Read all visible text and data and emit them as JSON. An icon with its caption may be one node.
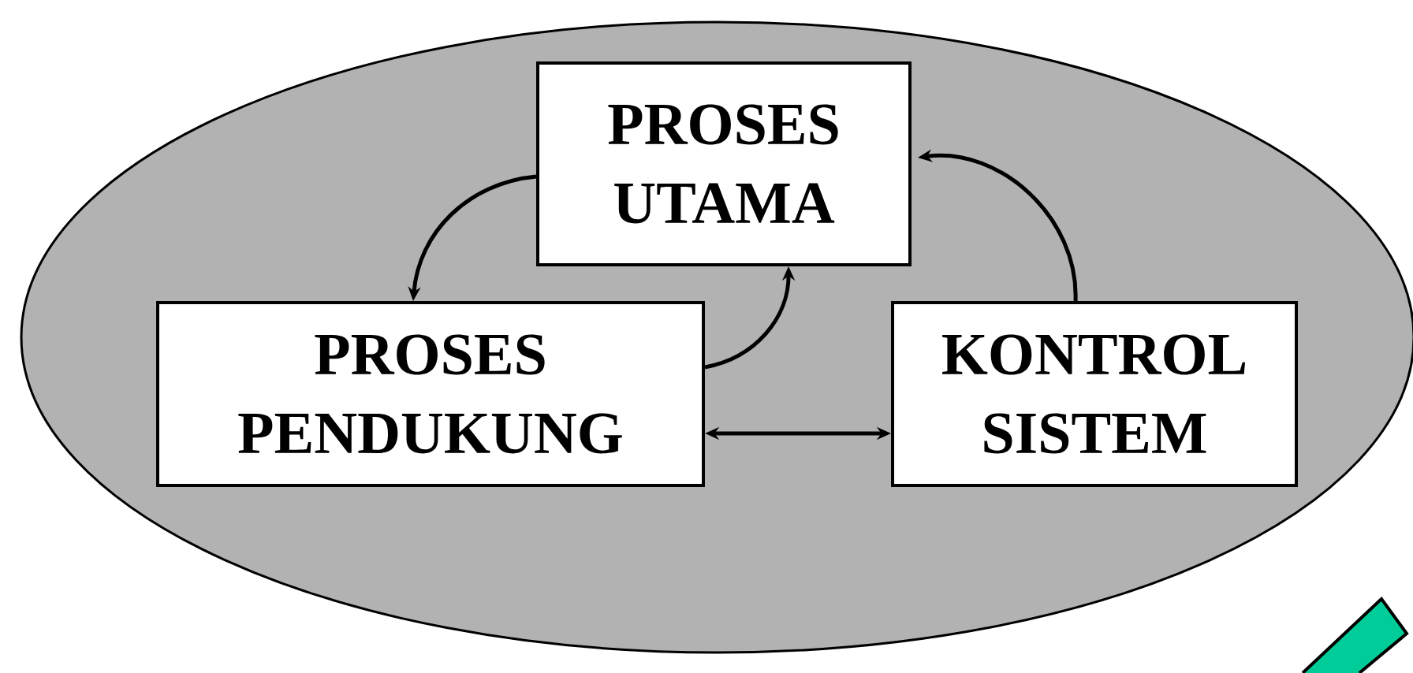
{
  "diagram": {
    "nodes": [
      {
        "text": [],
        "shape": "ellipse"
      },
      {
        "text": [
          "PROSES UTAMA"
        ],
        "in": 0
      },
      {
        "text": [
          "PROSES PENDUKUNG"
        ],
        "in": 0
      },
      {
        "text": [
          "KONTROL SISTEM"
        ],
        "in": 0
      }
    ],
    "edges": [
      {
        "from": 1,
        "to": 2,
        "arrow": "to"
      },
      {
        "from": 2,
        "to": 1,
        "arrow": "to"
      },
      {
        "from": 3,
        "to": 1,
        "arrow": "to"
      },
      {
        "from": 2,
        "to": 3,
        "arrow": "both"
      }
    ]
  }
}
